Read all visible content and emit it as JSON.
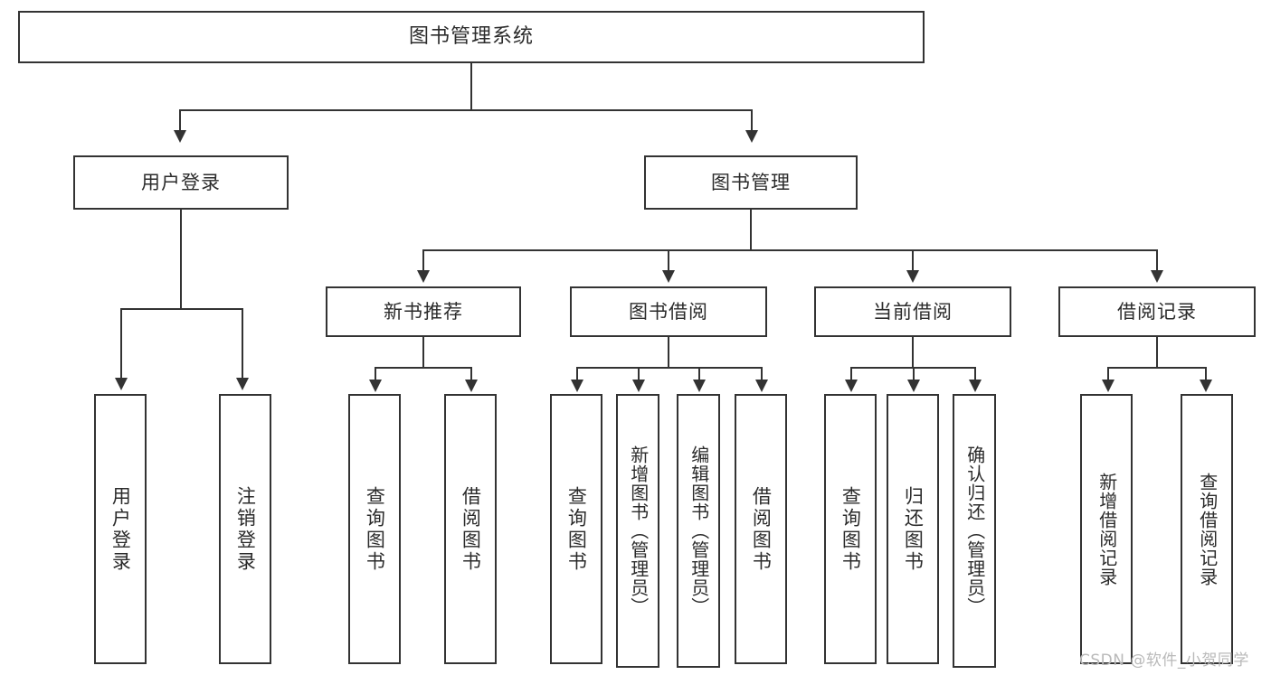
{
  "diagram": {
    "title": "图书管理系统",
    "type": "hierarchy-tree",
    "orientation": "top-down",
    "levels": 4,
    "colors": {
      "stroke": "#333333",
      "fill": "#ffffff",
      "text": "#2b2b2b",
      "watermark": "#b9b9b9"
    }
  },
  "root": {
    "label": "图书管理系统"
  },
  "level2": [
    {
      "id": "user-login",
      "label": "用户登录"
    },
    {
      "id": "book-manage",
      "label": "图书管理"
    }
  ],
  "level3": [
    {
      "id": "new-book-recommend",
      "label": "新书推荐",
      "parent": "book-manage"
    },
    {
      "id": "book-borrow",
      "label": "图书借阅",
      "parent": "book-manage"
    },
    {
      "id": "current-borrow",
      "label": "当前借阅",
      "parent": "book-manage"
    },
    {
      "id": "borrow-record",
      "label": "借阅记录",
      "parent": "book-manage"
    }
  ],
  "leaves": {
    "user_login": [
      {
        "id": "leaf-user-login",
        "label": "用户登录"
      },
      {
        "id": "leaf-logout-login",
        "label": "注销登录"
      }
    ],
    "new_book_recommend": [
      {
        "id": "leaf-query-book-1",
        "label": "查询图书"
      },
      {
        "id": "leaf-borrow-book-1",
        "label": "借阅图书"
      }
    ],
    "book_borrow": [
      {
        "id": "leaf-query-book-2",
        "label": "查询图书"
      },
      {
        "id": "leaf-add-book",
        "label": "新增图书（管理员）"
      },
      {
        "id": "leaf-edit-book",
        "label": "编辑图书（管理员）"
      },
      {
        "id": "leaf-borrow-book-2",
        "label": "借阅图书"
      }
    ],
    "current_borrow": [
      {
        "id": "leaf-query-book-3",
        "label": "查询图书"
      },
      {
        "id": "leaf-return-book",
        "label": "归还图书"
      },
      {
        "id": "leaf-confirm-return",
        "label": "确认归还（管理员）"
      }
    ],
    "borrow_record": [
      {
        "id": "leaf-add-record",
        "label": "新增借阅记录"
      },
      {
        "id": "leaf-query-record",
        "label": "查询借阅记录"
      }
    ]
  },
  "watermark": {
    "text": "CSDN @软件_小贺同学"
  }
}
